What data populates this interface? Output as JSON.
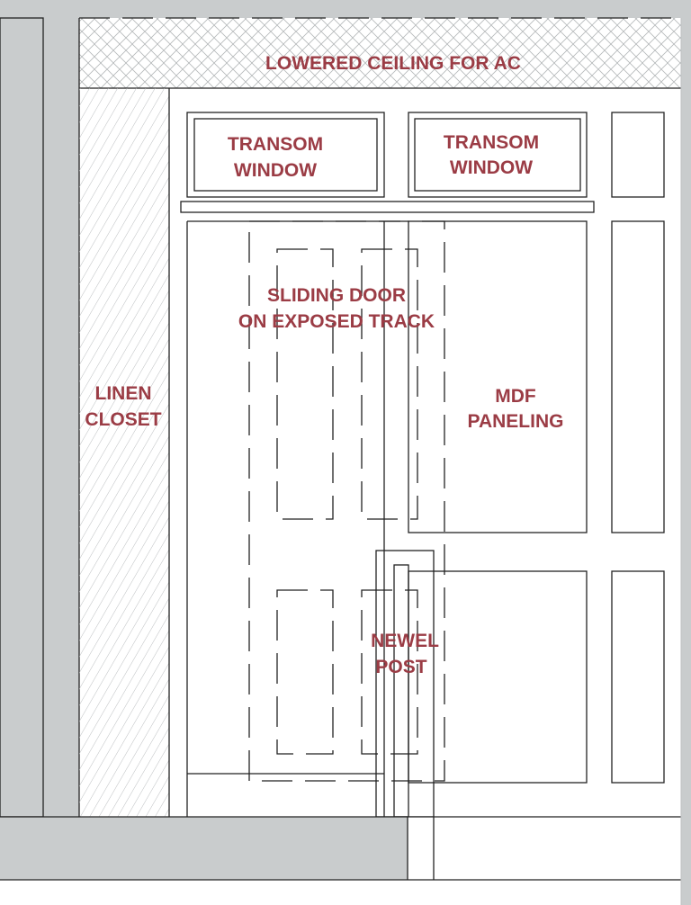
{
  "colors": {
    "label": "#9b3c45",
    "wall_gray": "#c9cccd",
    "line": "#222222"
  },
  "labels": {
    "ceiling": "LOWERED CEILING FOR AC",
    "transom_1": [
      "TRANSOM",
      "WINDOW"
    ],
    "transom_2": [
      "TRANSOM",
      "WINDOW"
    ],
    "sliding_door": [
      "SLIDING DOOR",
      "ON EXPOSED TRACK"
    ],
    "linen_closet": [
      "LINEN",
      "CLOSET"
    ],
    "mdf_paneling": [
      "MDF",
      "PANELING"
    ],
    "newel_post": [
      "NEWEL",
      "POST"
    ]
  }
}
